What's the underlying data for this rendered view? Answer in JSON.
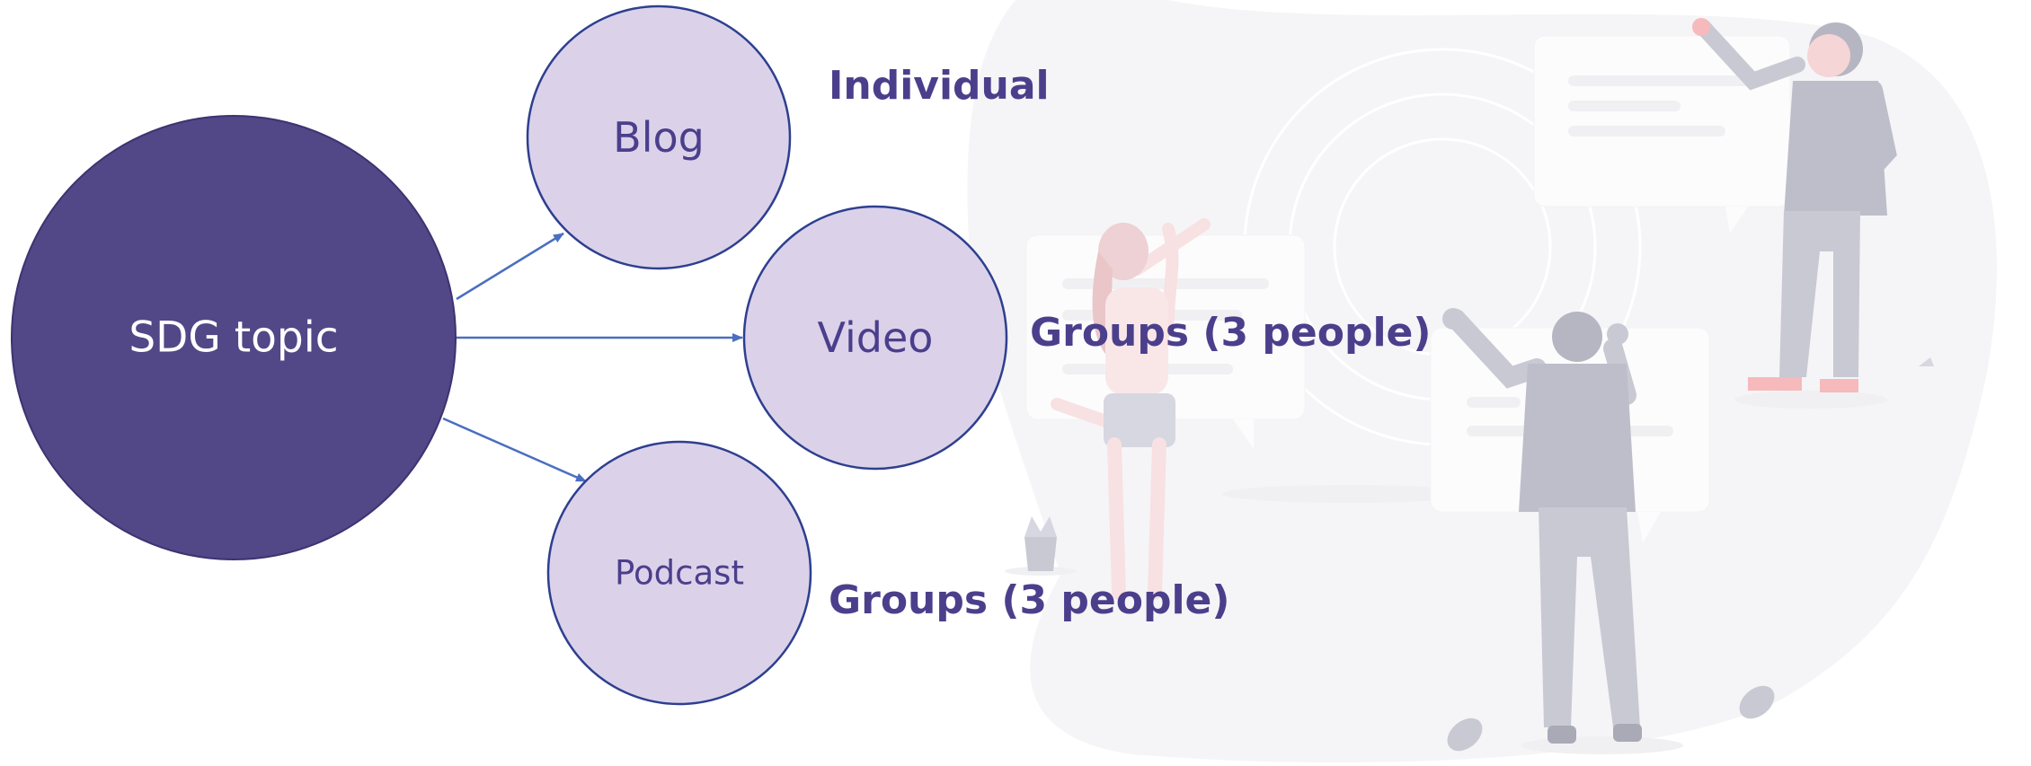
{
  "diagram": {
    "center_node": {
      "label": "SDG topic"
    },
    "nodes": [
      {
        "id": "blog",
        "label": "Blog",
        "caption": "Individual"
      },
      {
        "id": "video",
        "label": "Video",
        "caption": "Groups (3 people)"
      },
      {
        "id": "podcast",
        "label": "Podcast",
        "caption": "Groups (3 people)"
      }
    ]
  },
  "colors": {
    "center_fill": "#524787",
    "center_text": "#ffffff",
    "node_fill": "#dbd2ea",
    "node_stroke": "#2e3f8f",
    "node_text": "#4b3f8c",
    "arrow": "#4a6fc0",
    "caption_text": "#4b3f8c",
    "illustration_blob": "#f6f6f8",
    "illustration_figure": "#b7b8c6",
    "illustration_accent": "#f4a3a6"
  }
}
